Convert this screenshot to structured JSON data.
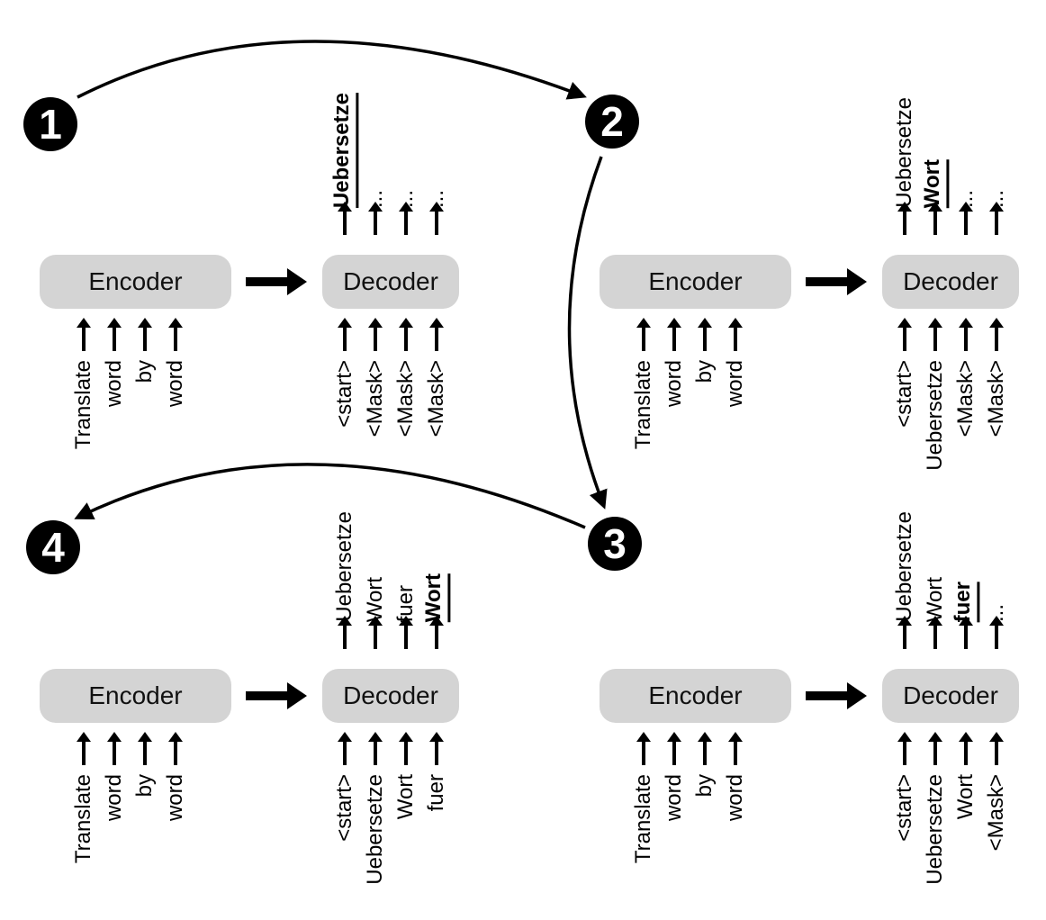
{
  "colors": {
    "background": "#ffffff",
    "box_fill": "#d4d4d4",
    "text": "#000000",
    "badge_fill": "#000000",
    "badge_text": "#ffffff"
  },
  "arcs": [
    {
      "from": "1",
      "to": "2"
    },
    {
      "from": "2",
      "to": "3"
    },
    {
      "from": "3",
      "to": "4"
    }
  ],
  "panels": [
    {
      "step": "1",
      "encoder_label": "Encoder",
      "decoder_label": "Decoder",
      "encoder_inputs": [
        "Translate",
        "word",
        "by",
        "word"
      ],
      "decoder_inputs": [
        "<start>",
        "<Mask>",
        "<Mask>",
        "<Mask>"
      ],
      "decoder_outputs": [
        "Uebersetze",
        "...",
        "...",
        "..."
      ],
      "highlighted_output_index": 0,
      "highlighted_output": "Uebersetze"
    },
    {
      "step": "2",
      "encoder_label": "Encoder",
      "decoder_label": "Decoder",
      "encoder_inputs": [
        "Translate",
        "word",
        "by",
        "word"
      ],
      "decoder_inputs": [
        "<start>",
        "Uebersetze",
        "<Mask>",
        "<Mask>"
      ],
      "decoder_outputs": [
        "Uebersetze",
        "Wort",
        "...",
        "..."
      ],
      "highlighted_output_index": 1,
      "highlighted_output": "Wort"
    },
    {
      "step": "3",
      "encoder_label": "Encoder",
      "decoder_label": "Decoder",
      "encoder_inputs": [
        "Translate",
        "word",
        "by",
        "word"
      ],
      "decoder_inputs": [
        "<start>",
        "Uebersetze",
        "Wort",
        "<Mask>"
      ],
      "decoder_outputs": [
        "Uebersetze",
        "Wort",
        "fuer",
        "..."
      ],
      "highlighted_output_index": 2,
      "highlighted_output": "fuer"
    },
    {
      "step": "4",
      "encoder_label": "Encoder",
      "decoder_label": "Decoder",
      "encoder_inputs": [
        "Translate",
        "word",
        "by",
        "word"
      ],
      "decoder_inputs": [
        "<start>",
        "Uebersetze",
        "Wort",
        "fuer"
      ],
      "decoder_outputs": [
        "Uebersetze",
        "Wort",
        "fuer",
        "Wort"
      ],
      "highlighted_output_index": 3,
      "highlighted_output": "Wort"
    }
  ]
}
